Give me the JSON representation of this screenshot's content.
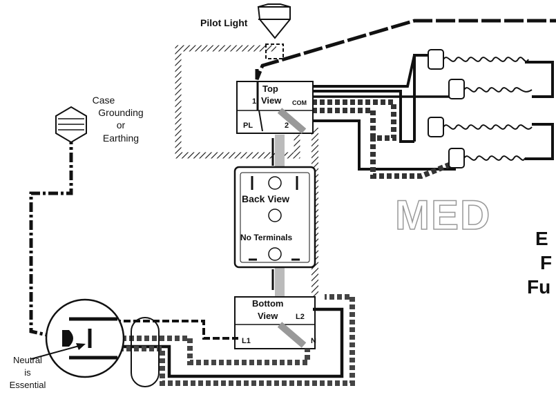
{
  "labels": {
    "pilot_light": "Pilot Light",
    "case_grounding": [
      "Case",
      "Grounding",
      "or",
      "Earthing"
    ],
    "neutral": [
      "Neutral",
      "is",
      "Essential"
    ],
    "watermark": "MED",
    "cut_text": [
      "E",
      "F",
      "Fu"
    ]
  },
  "top_switch": {
    "title": "Top",
    "view": "View",
    "term_1": "1",
    "term_com": "COM",
    "term_pl": "PL",
    "term_2": "2"
  },
  "middle_switch": {
    "back_view": "Back View",
    "no_terminals": "No Terminals"
  },
  "bottom_switch": {
    "title": "Bottom",
    "view": "View",
    "term_l2": "L2",
    "term_l1": "L1",
    "term_n": "N"
  }
}
